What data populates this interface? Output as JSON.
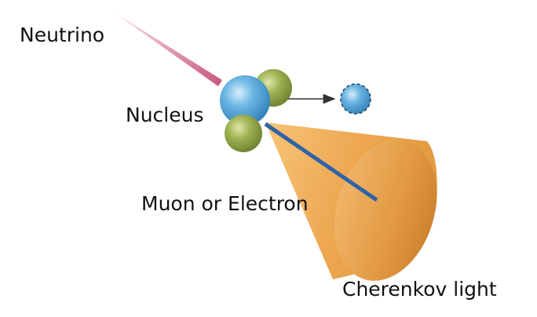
{
  "labels": {
    "neutrino": "Neutrino",
    "nucleus": "Nucleus",
    "muon": "Muon or Electron",
    "cherenkov": "Cherenkov light"
  },
  "colors": {
    "neutrino_track": "#c8547c",
    "proton": "#5aa6d8",
    "neutron": "#8fa64a",
    "muon_track": "#2f63a8",
    "cone": "#eba352",
    "text": "#111111"
  }
}
